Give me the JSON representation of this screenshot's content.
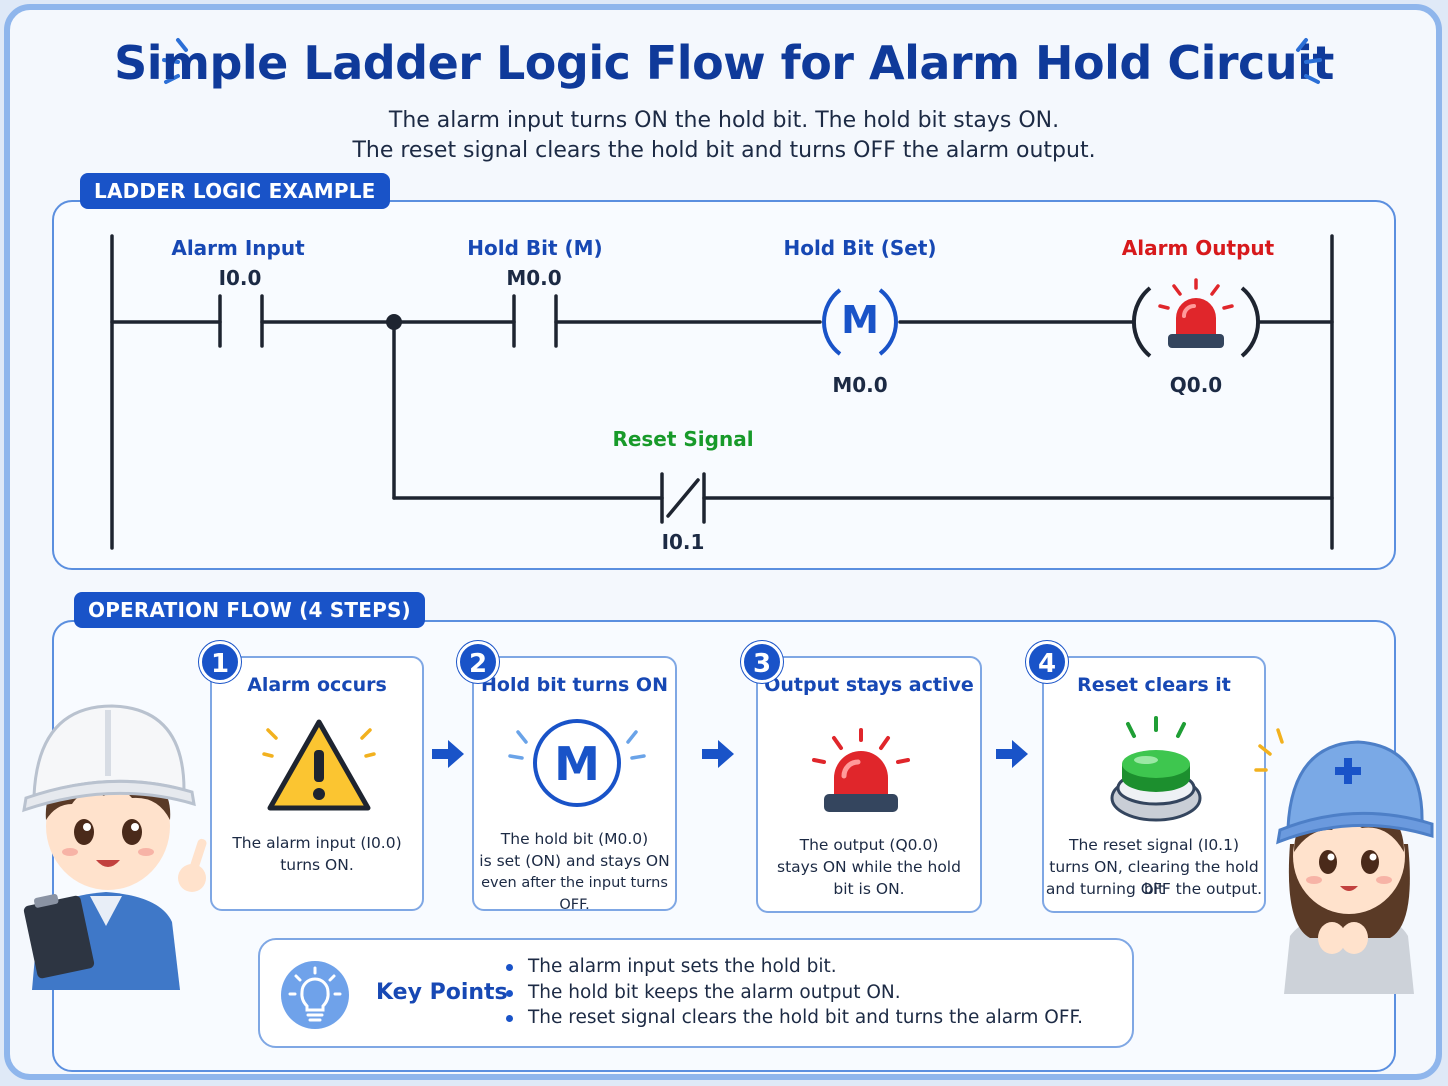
{
  "header": {
    "title": "Simple Ladder Logic Flow for Alarm Hold Circuit",
    "subtitle_line1": "The alarm input turns ON the hold bit. The hold bit stays ON.",
    "subtitle_line2": "The reset signal clears the hold bit and turns OFF the alarm output."
  },
  "ladder": {
    "tab": "LADDER LOGIC EXAMPLE",
    "alarm_input": {
      "label": "Alarm Input",
      "address": "I0.0"
    },
    "hold_contact": {
      "label": "Hold Bit (M)",
      "address": "M0.0"
    },
    "hold_coil": {
      "label": "Hold Bit (Set)",
      "symbol": "M",
      "address": "M0.0"
    },
    "alarm_output": {
      "label": "Alarm Output",
      "address": "Q0.0"
    },
    "reset": {
      "label": "Reset Signal",
      "address": "I0.1"
    }
  },
  "flow": {
    "tab": "OPERATION FLOW (4 STEPS)",
    "steps": [
      {
        "num": "1",
        "title": "Alarm occurs",
        "desc1": "The alarm input (I0.0)",
        "desc2": "turns ON.",
        "desc3": "",
        "icon": "warning-icon"
      },
      {
        "num": "2",
        "title": "Hold bit turns ON",
        "desc1": "The hold bit (M0.0)",
        "desc2": "is set (ON) and stays ON",
        "desc3": "even after the input turns OFF.",
        "icon": "m-coil-icon"
      },
      {
        "num": "3",
        "title": "Output stays active",
        "desc1": "The output (Q0.0)",
        "desc2": "stays ON while the hold",
        "desc3": "bit is ON.",
        "icon": "alarm-light-icon"
      },
      {
        "num": "4",
        "title": "Reset clears it",
        "desc1": "The reset signal (I0.1)",
        "desc2": "turns ON, clearing the hold bit",
        "desc3": "and turning OFF the output.",
        "icon": "green-button-icon"
      }
    ]
  },
  "key_points": {
    "label": "Key Points",
    "items": [
      "The alarm input sets the hold bit.",
      "The hold bit keeps the alarm output ON.",
      "The reset signal clears the hold bit and turns the alarm OFF."
    ]
  },
  "colors": {
    "primary": "#1953c8",
    "title": "#0f3a9a",
    "alarm_red": "#d7191c",
    "reset_green": "#189a2a",
    "border": "#5b8fdf"
  }
}
